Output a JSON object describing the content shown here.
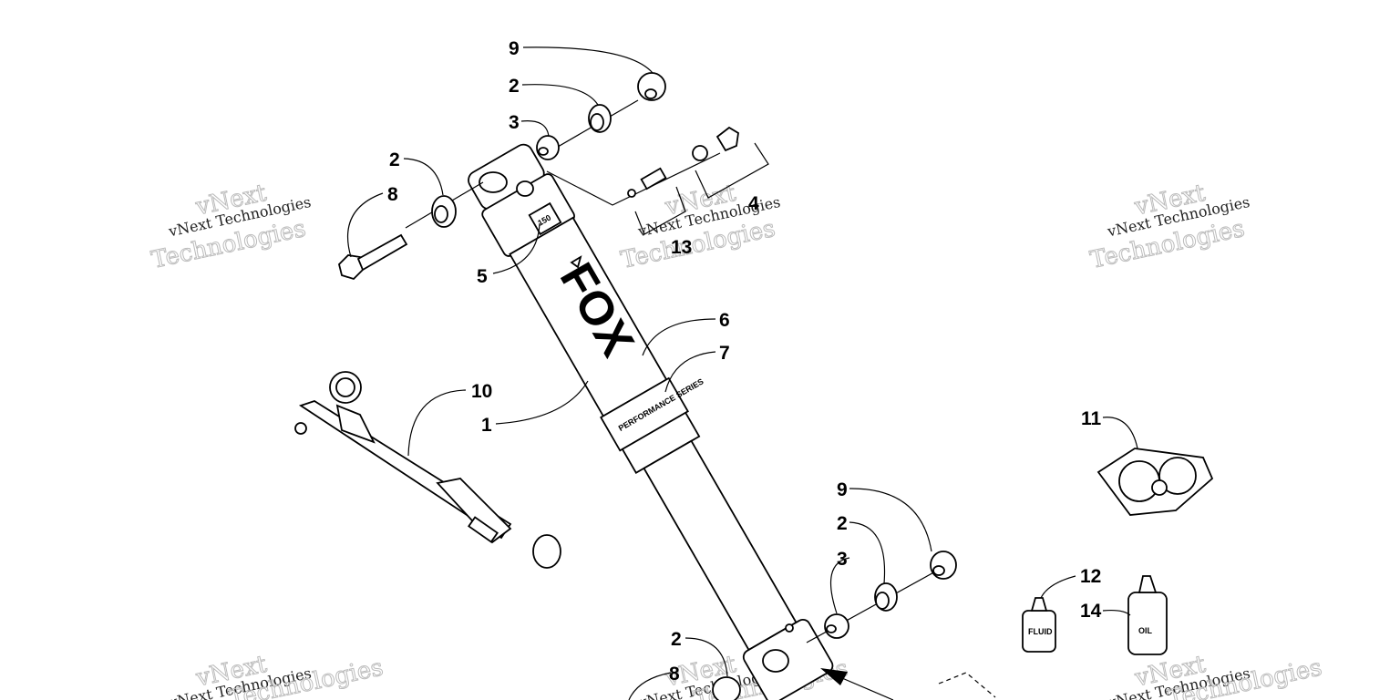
{
  "callouts": {
    "c9_top": "9",
    "c2_top": "2",
    "c3_top": "3",
    "c2_left": "2",
    "c8_left": "8",
    "c4": "4",
    "c13": "13",
    "c5": "5",
    "c6": "6",
    "c7": "7",
    "c10": "10",
    "c1": "1",
    "c11": "11",
    "c9_bot": "9",
    "c2_bot": "2",
    "c3_bot": "3",
    "c12": "12",
    "c14": "14",
    "c2_bottom": "2",
    "c8_bottom": "8"
  },
  "watermark": {
    "line1": "vNext Technologies",
    "big1": "vNext",
    "big2": "Technologies"
  },
  "labels": {
    "brand": "FOX",
    "pressure": "150",
    "band": "PERFORMANCE SERIES",
    "fluid": "FLUID",
    "oil": "OIL"
  }
}
